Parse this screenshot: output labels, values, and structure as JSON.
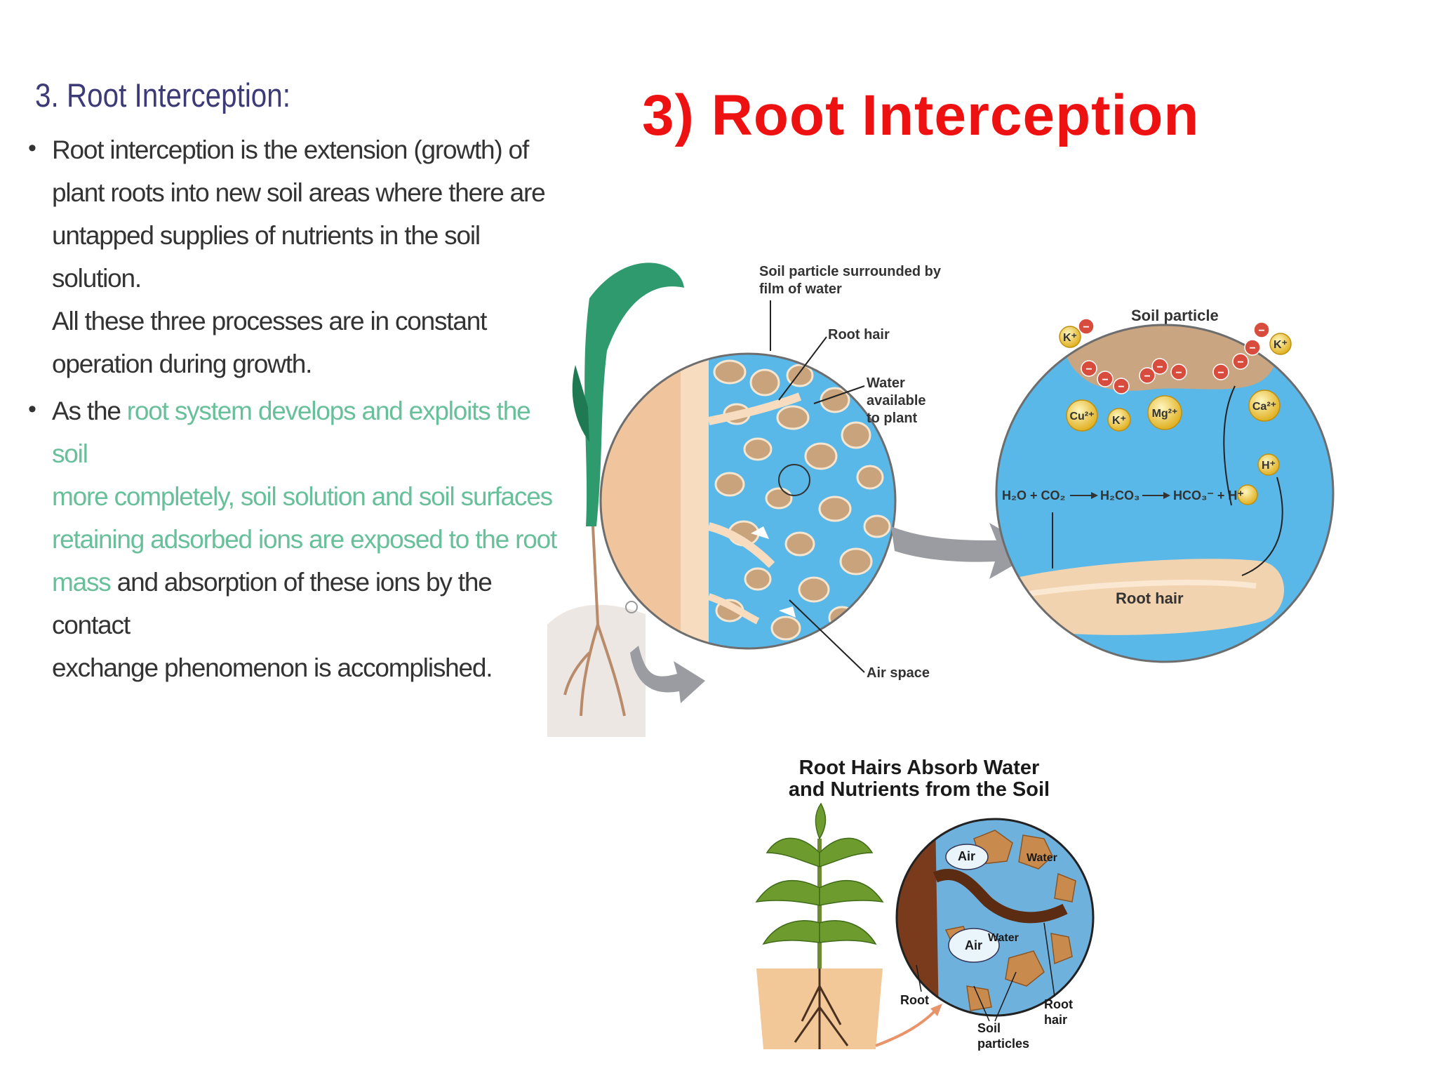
{
  "slide_title": "3) Root Interception",
  "left_panel": {
    "heading": "3. Root Interception:",
    "bullet1_lines": [
      "Root interception is the extension (growth) of",
      "plant roots into new soil areas where there are",
      "untapped supplies of nutrients in the soil solution.",
      "All these three processes are in constant",
      "operation during growth."
    ],
    "bullet2": {
      "lead": "As the ",
      "hl1": "root system develops and exploits the soil",
      "hl2": "more completely, soil solution and soil surfaces",
      "hl3": "retaining adsorbed ions are exposed to the root",
      "hl4": "mass",
      "tail4": " and absorption of these ions by the contact",
      "line5": "exchange phenomenon is accomplished."
    }
  },
  "diagram_top": {
    "label_soil_film": [
      "Soil particle surrounded by",
      "film of water"
    ],
    "label_root_hair": "Root hair",
    "label_water": [
      "Water",
      "available",
      "to plant"
    ],
    "label_air_space": "Air space",
    "label_soil_particle": "Soil particle",
    "label_root_hair_zoom": "Root hair",
    "ions": {
      "k": "K⁺",
      "cu": "Cu²⁺",
      "mg": "Mg²⁺",
      "ca": "Ca²⁺",
      "h": "H⁺",
      "negative": "−"
    },
    "equation": {
      "t1": "H₂O + CO₂",
      "t2": "H₂CO₃",
      "t3": "HCO₃⁻ + H⁺"
    }
  },
  "diagram_bottom": {
    "title_line1": "Root Hairs Absorb Water",
    "title_line2": "and Nutrients from the Soil",
    "label_air": "Air",
    "label_water": "Water",
    "label_root": "Root",
    "label_soil_particles": [
      "Soil",
      "particles"
    ],
    "label_root_hair": [
      "Root",
      "hair"
    ]
  }
}
